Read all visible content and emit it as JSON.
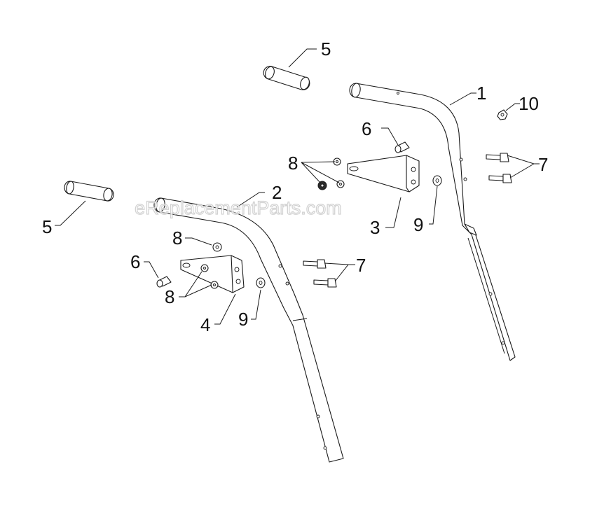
{
  "watermark": "eReplacementParts.com",
  "callouts": {
    "c1": "1",
    "c2": "2",
    "c3": "3",
    "c4": "4",
    "c5_top": "5",
    "c5_left": "5",
    "c6_top": "6",
    "c6_left": "6",
    "c7_right": "7",
    "c7_mid": "7",
    "c8_top": "8",
    "c8_left_top": "8",
    "c8_left_bottom": "8",
    "c9_right": "9",
    "c9_left": "9",
    "c10": "10"
  }
}
